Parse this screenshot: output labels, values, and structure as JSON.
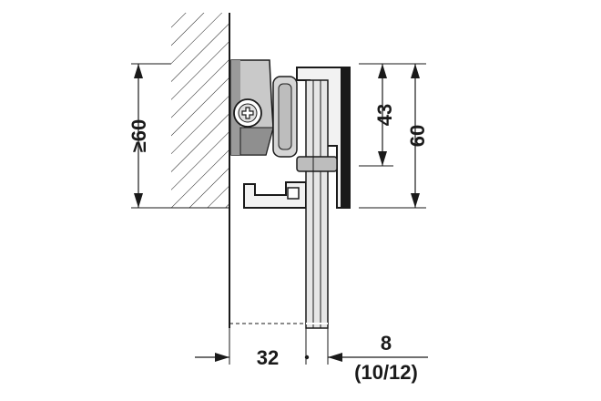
{
  "dimensions": {
    "height_min": "≥60",
    "height_43": "43",
    "height_60": "60",
    "width_32": "32",
    "glass_8": "8",
    "glass_alt": "(10/12)"
  },
  "colors": {
    "line": "#1a1a1a",
    "bracket_grey": "#c9c9c9",
    "bracket_dark": "#9a9a9a",
    "profile_light": "#f2f2f2",
    "glass": "#e6e6e6"
  }
}
